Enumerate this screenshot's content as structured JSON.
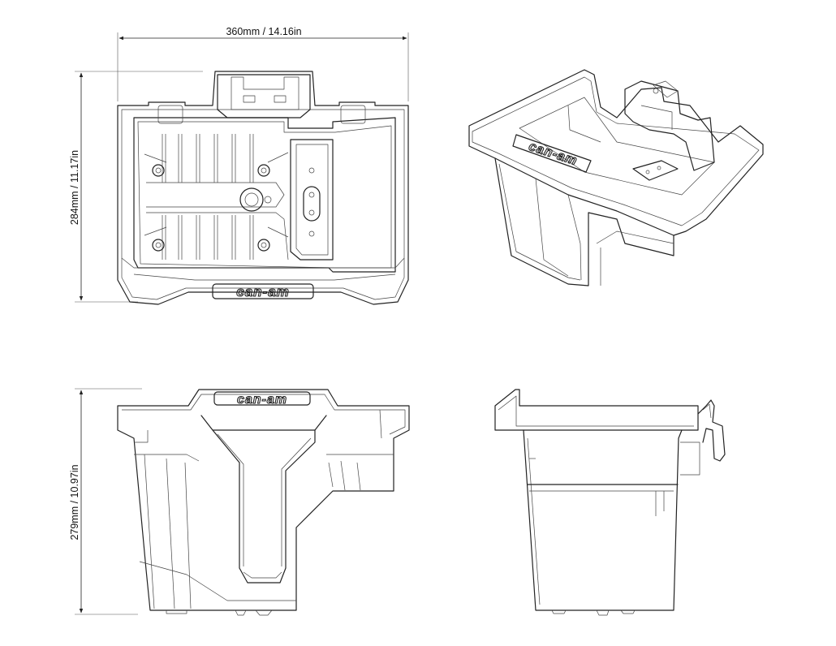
{
  "dimensions": {
    "width": "360mm / 14.16in",
    "depth": "284mm / 11.17in",
    "height": "279mm / 10.97in"
  },
  "brand": {
    "logo_text": "can-am"
  },
  "views": {
    "top": "top-view",
    "iso": "isometric-view",
    "front": "front-view",
    "side": "side-view"
  }
}
